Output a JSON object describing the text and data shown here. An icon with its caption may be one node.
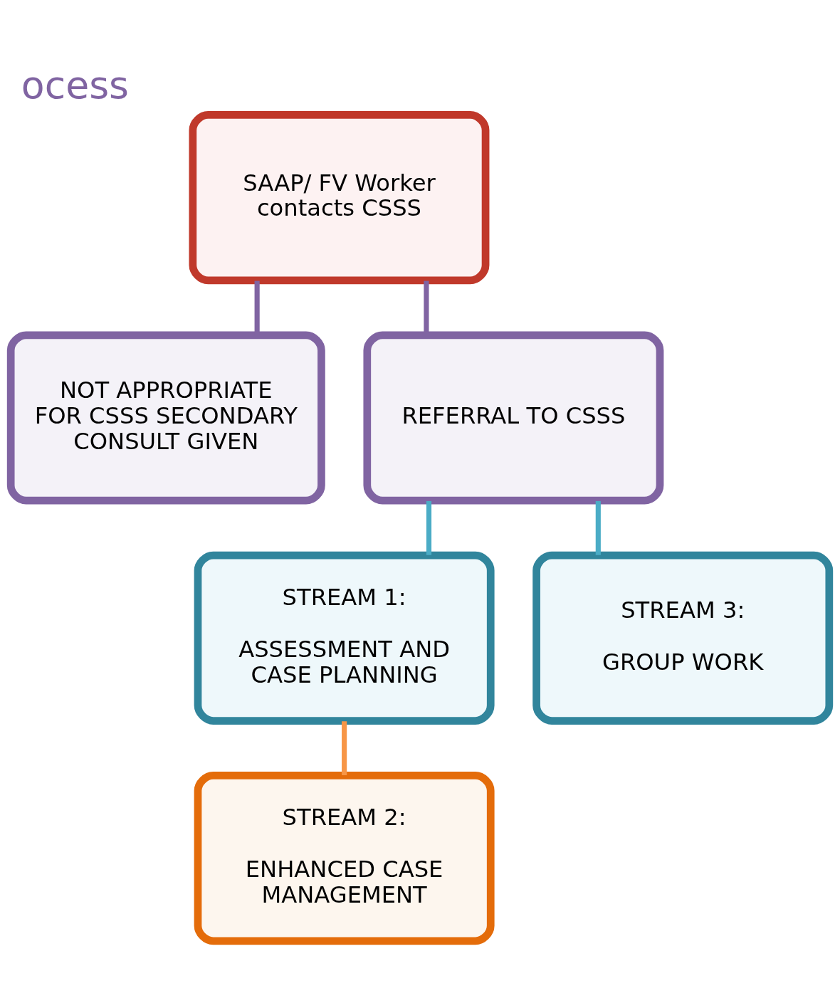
{
  "diagram": {
    "title": "ocess",
    "nodes": [
      {
        "text": [
          "SAAP/ FV Worker contacts CSSS"
        ]
      },
      {
        "text": [
          "NOT APPROPRIATE FOR CSSS SECONDARY CONSULT GIVEN"
        ]
      },
      {
        "text": [
          "REFERRAL TO CSSS"
        ]
      },
      {
        "text": [
          "STREAM 1:",
          "ASSESSMENT AND CASE PLANNING"
        ]
      },
      {
        "text": [
          "STREAM 3:",
          "GROUP WORK"
        ]
      },
      {
        "text": [
          "STREAM 2:",
          "ENHANCED CASE MANAGEMENT"
        ]
      }
    ],
    "edges": [
      {
        "from": 0,
        "to": 1,
        "arrow": "none",
        "color": "#8064a2"
      },
      {
        "from": 0,
        "to": 2,
        "arrow": "none",
        "color": "#8064a2"
      },
      {
        "from": 2,
        "to": 3,
        "arrow": "none",
        "color": "#4bacc6"
      },
      {
        "from": 2,
        "to": 4,
        "arrow": "none",
        "color": "#4bacc6"
      },
      {
        "from": 3,
        "to": 5,
        "arrow": "none",
        "color": "#f79646"
      }
    ]
  }
}
